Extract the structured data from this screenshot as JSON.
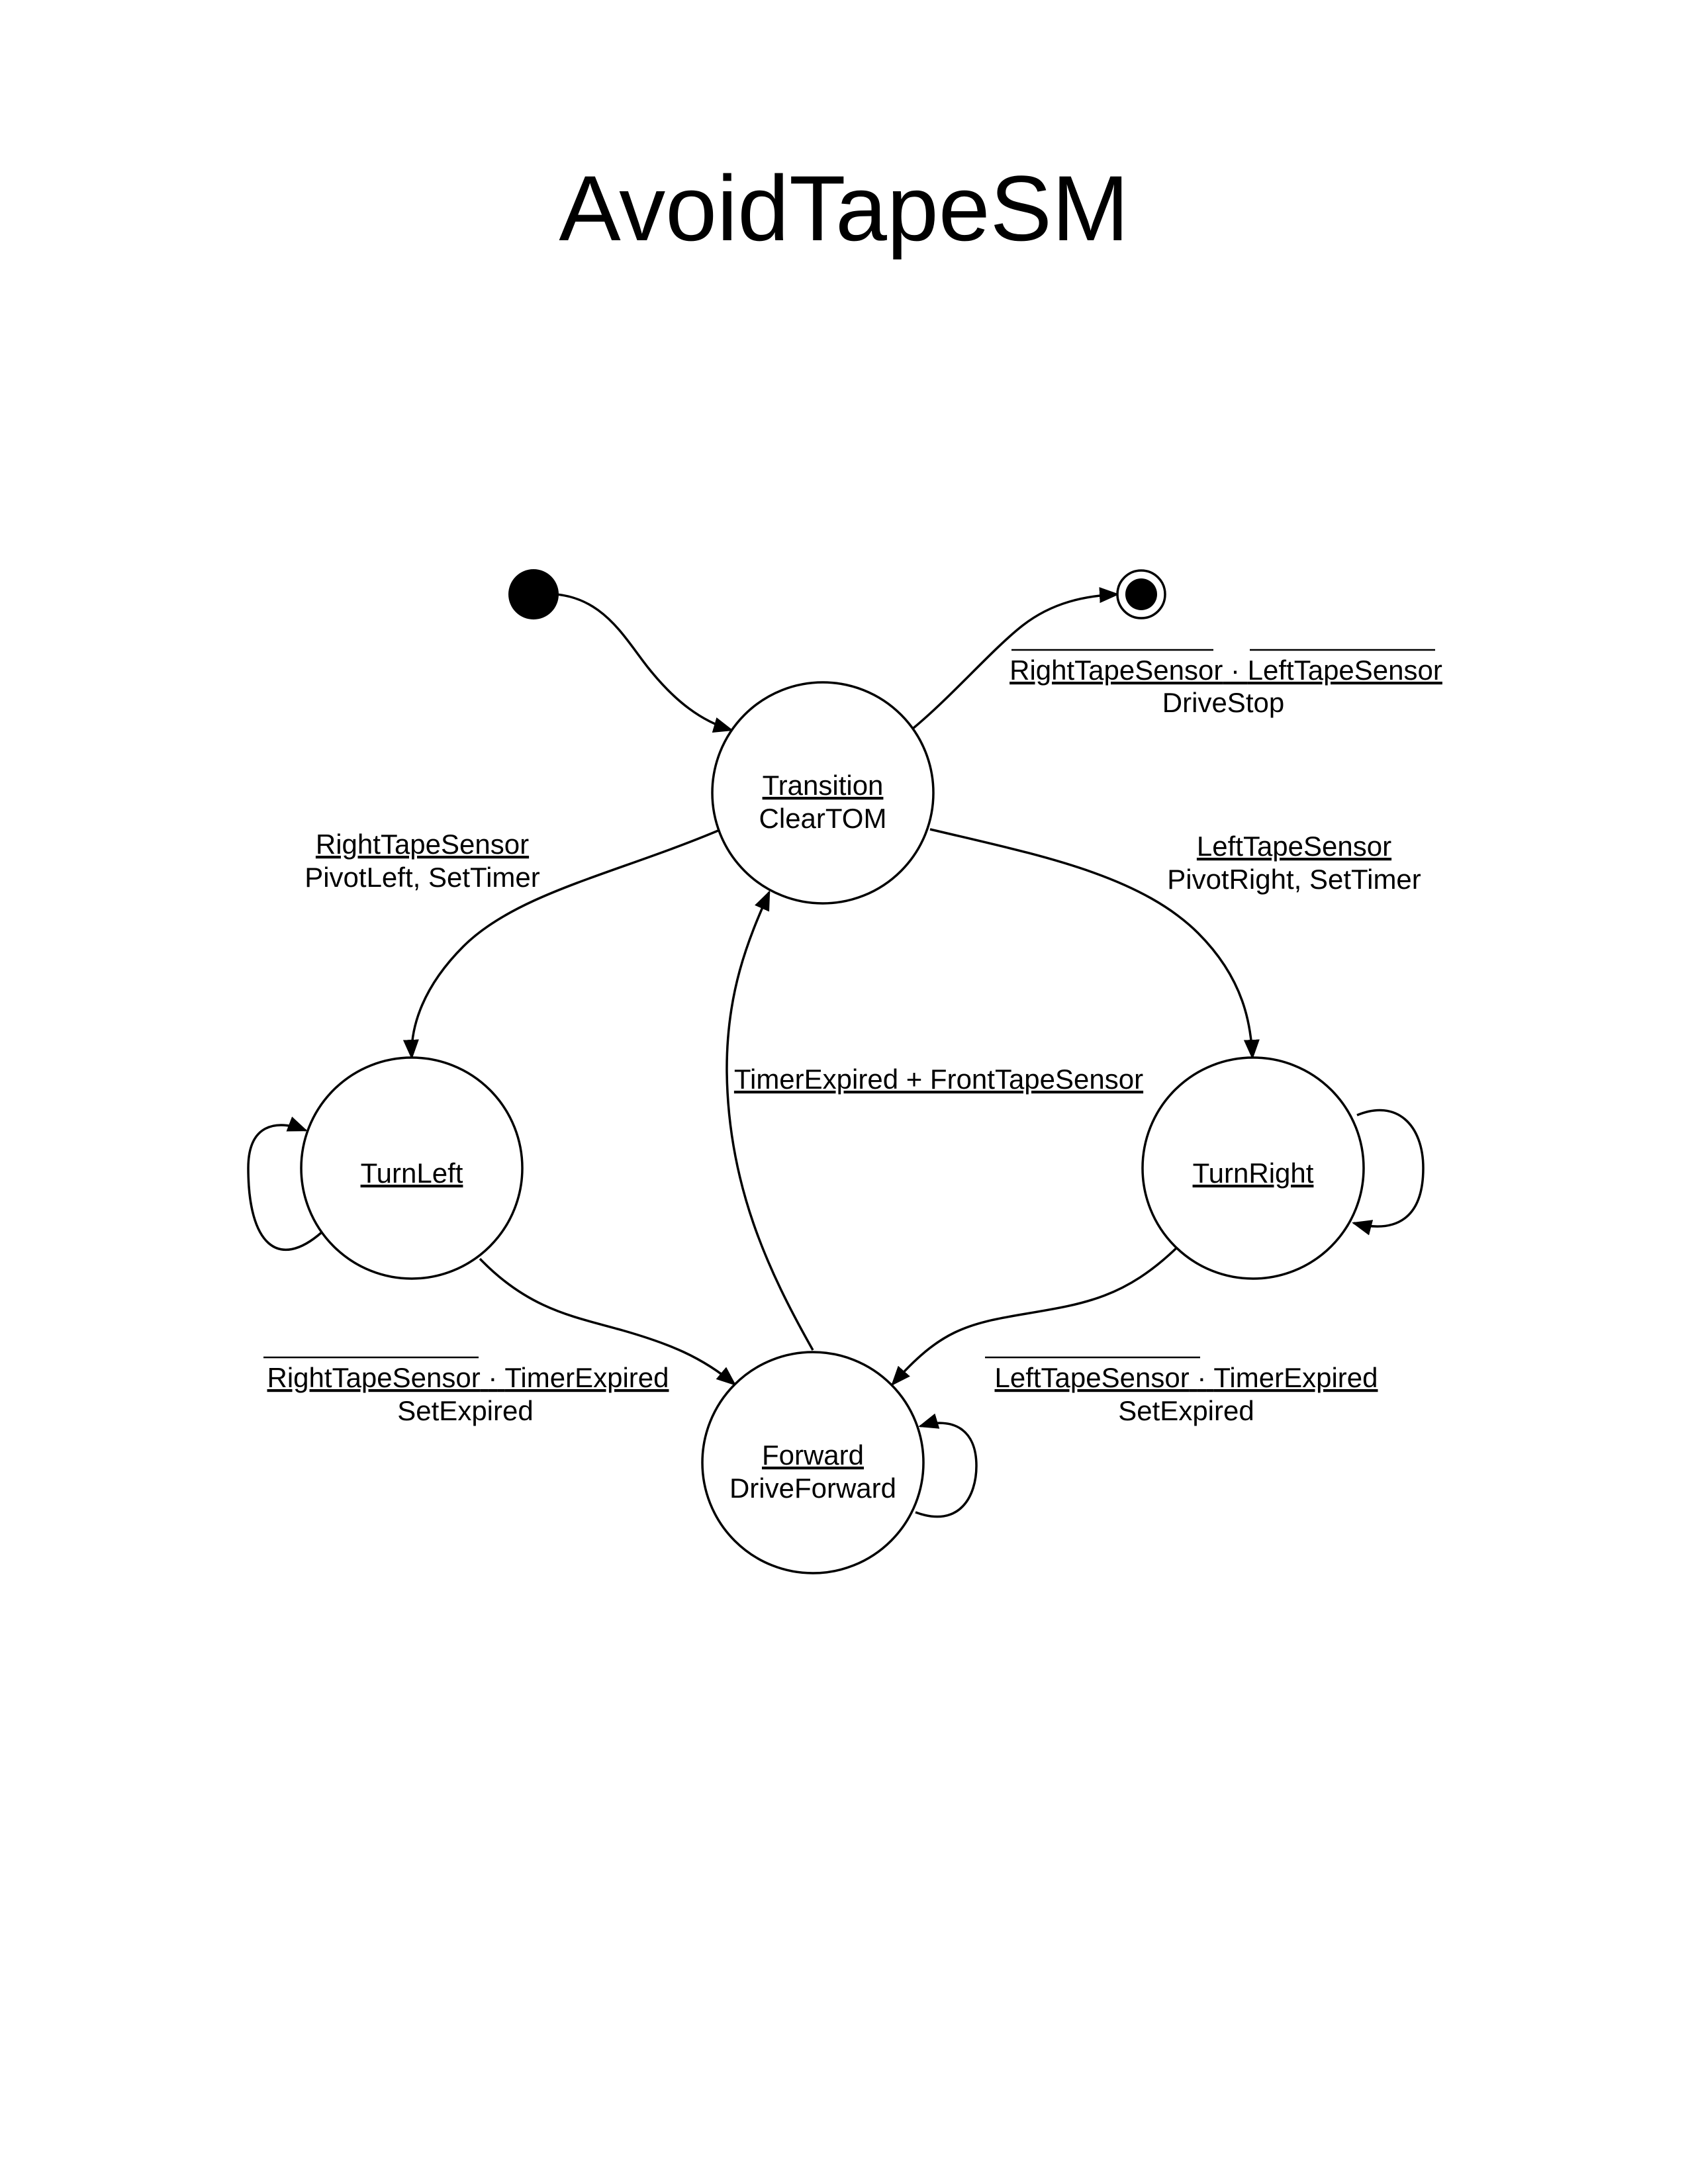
{
  "title": "AvoidTapeSM",
  "states": {
    "transition": {
      "name": "Transition",
      "action": "ClearTOM"
    },
    "turn_left": {
      "name": "TurnLeft"
    },
    "turn_right": {
      "name": "TurnRight"
    },
    "forward": {
      "name": "Forward",
      "action": "DriveForward"
    }
  },
  "transitions": {
    "to_final": {
      "condition_a": "RightTapeSensor",
      "operator": "·",
      "condition_b": "LeftTapeSensor",
      "action": "DriveStop"
    },
    "to_turn_left": {
      "condition": "RightTapeSensor",
      "action": "PivotLeft, SetTimer"
    },
    "to_turn_right": {
      "condition": "LeftTapeSensor",
      "action": "PivotRight, SetTimer"
    },
    "forward_to_transition": {
      "condition": "TimerExpired + FrontTapeSensor"
    },
    "turn_left_to_forward": {
      "condition_a": "RightTapeSensor",
      "operator": "·",
      "condition_b": "TimerExpired",
      "action": "SetExpired"
    },
    "turn_right_to_forward": {
      "condition_a": "LeftTapeSensor",
      "operator": "·",
      "condition_b": "TimerExpired",
      "action": "SetExpired"
    }
  }
}
